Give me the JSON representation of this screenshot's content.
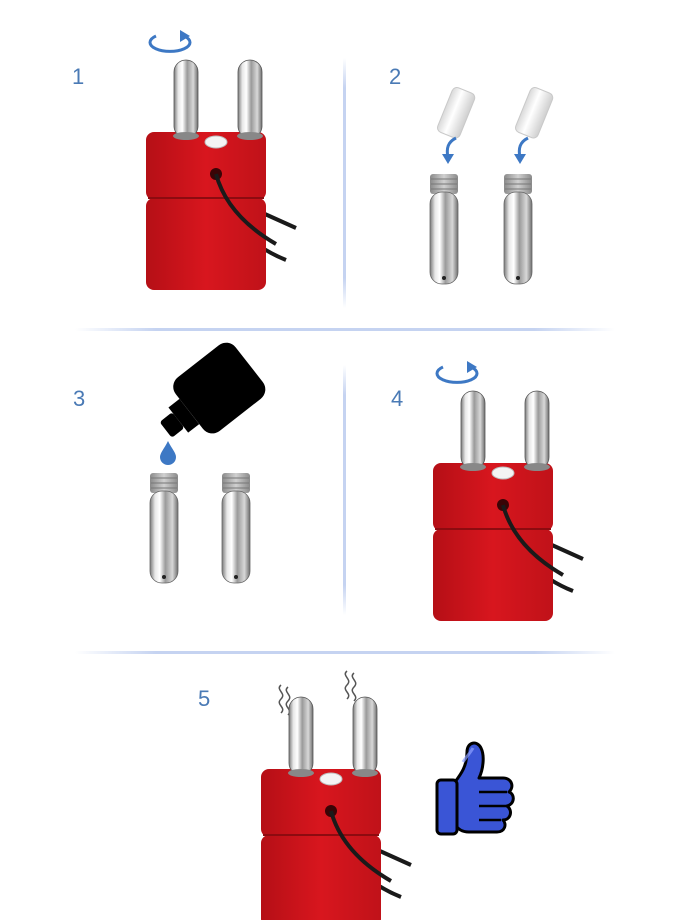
{
  "steps": [
    {
      "number": "1",
      "action": "unscrew-electrodes"
    },
    {
      "number": "2",
      "action": "insert-cotton-wicks"
    },
    {
      "number": "3",
      "action": "add-liquid-drop"
    },
    {
      "number": "4",
      "action": "screw-electrodes-back"
    },
    {
      "number": "5",
      "action": "ready-steaming"
    }
  ],
  "colors": {
    "device_red": "#d3151d",
    "device_red_dark": "#a90f15",
    "step_number": "#4a7ab5",
    "arrow_blue": "#3d78c4",
    "thumb_blue": "#3a55d6",
    "divider": "#c5d3f1",
    "bottle": "#000000"
  },
  "icons": [
    "rotate-arrow-icon",
    "down-arrow-icon",
    "water-drop-icon",
    "steam-icon",
    "thumbs-up-icon"
  ]
}
